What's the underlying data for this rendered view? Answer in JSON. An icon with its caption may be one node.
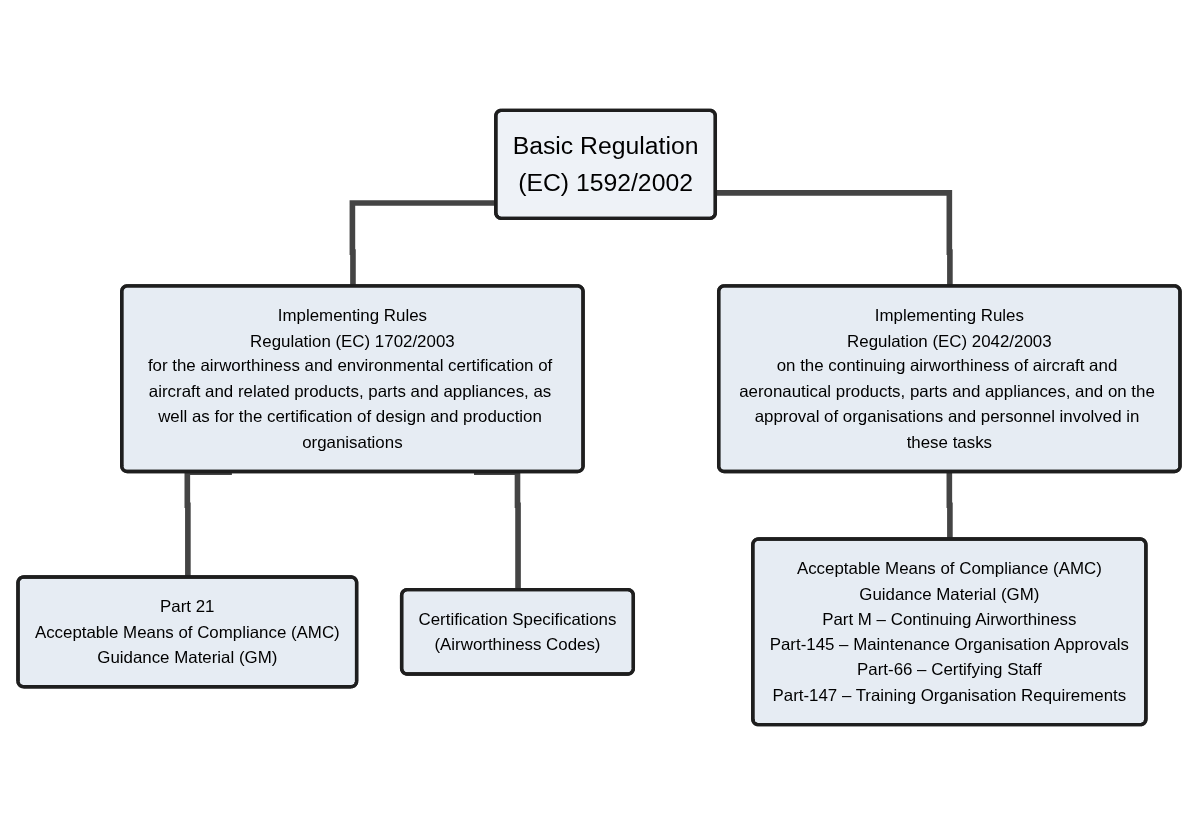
{
  "diagram": {
    "nodes": [
      {
        "text": [
          "Basic Regulation",
          "(EC) 1592/2002"
        ]
      },
      {
        "text": [
          "Implementing Rules",
          "Regulation (EC) 1702/2003",
          "for the airworthiness and environmental certification of aircraft and related products, parts and appliances, as well as for the certification of design and production organisations"
        ]
      },
      {
        "text": [
          "Implementing Rules",
          "Regulation (EC) 2042/2003",
          "on the continuing airworthiness of aircraft and aeronautical products, parts and appliances, and on the approval of organisations and personnel involved in these tasks"
        ]
      },
      {
        "text": [
          "Part 21",
          "Acceptable Means of Compliance (AMC)",
          "Guidance Material (GM)"
        ]
      },
      {
        "text": [
          "Certification Specifications",
          "(Airworthiness Codes)"
        ]
      },
      {
        "text": [
          "Acceptable Means of Compliance (AMC)",
          "Guidance Material (GM)",
          "Part M – Continuing Airworthiness",
          "Part-145 – Maintenance Organisation Approvals",
          "Part-66 – Certifying Staff",
          "Part-147 – Training Organisation Requirements"
        ]
      }
    ],
    "edges": [
      {
        "from": 0,
        "to": 1,
        "arrow": "none"
      },
      {
        "from": 0,
        "to": 2,
        "arrow": "none"
      },
      {
        "from": 1,
        "to": 3,
        "arrow": "none"
      },
      {
        "from": 1,
        "to": 4,
        "arrow": "none"
      },
      {
        "from": 2,
        "to": 5,
        "arrow": "none"
      }
    ]
  }
}
